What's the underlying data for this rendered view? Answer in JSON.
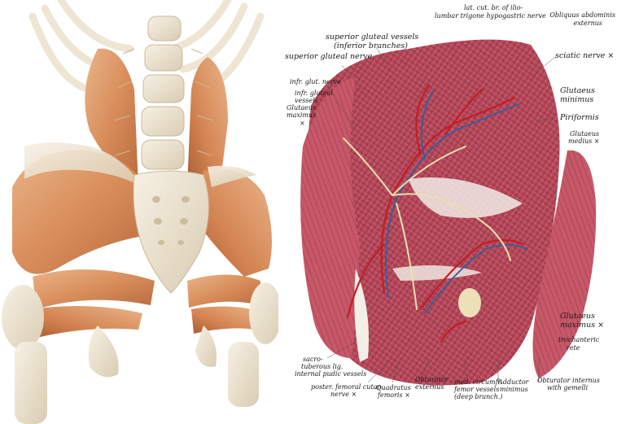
{
  "labels": {
    "lat_cut": "lat. cut. br. of ilio-",
    "lumbar_trigone": "lumbar trigone hypogastric nerve",
    "obliquus": "Obliquus abdominis",
    "externus_top": "externus",
    "sup_glut_vessels": "superior gluteal vessels",
    "inferior_branches": "(inferior branches)",
    "sup_glut_nerve": "superior gluteal nerve",
    "sciatic": "sciatic nerve ×",
    "infr_glut_nerve": "infr. glut. nerve",
    "infr_glut_vessels_1": "infr. gluteal",
    "infr_glut_vessels_2": "vessels",
    "glut_max_left_1": "Glutaeus",
    "glut_max_left_2": "maximus",
    "glut_max_left_3": "×",
    "glut_min_1": "Glutaeus",
    "glut_min_2": "minimus",
    "piriformis": "Piriformis",
    "glut_med_1": "Glutaeus",
    "glut_med_2": "medius ×",
    "glut_max_right_1": "Glutaeus",
    "glut_max_right_2": "maximus ×",
    "trochanteric_1": "trochanteric",
    "trochanteric_2": "rete",
    "sacrotub_1": "sacro-",
    "sacrotub_2": "tuberous lig.",
    "sacrotub_3": "internal pudic vessels",
    "post_fem_1": "poster. femoral cutan.",
    "post_fem_2": "nerve ×",
    "quadratus_1": "Quadratus",
    "quadratus_2": "femoris ×",
    "obturator_ext_1": "Obturator",
    "obturator_ext_2": "externus",
    "med_circ_1": "med. circumfl.",
    "med_circ_2": "femor vessels",
    "med_circ_3": "(deep branch.)",
    "adductor_1": "Adductor",
    "adductor_2": "minimus",
    "obturator_int_1": "Obturator internus",
    "obturator_int_2": "with gemelli"
  },
  "colors": {
    "muscle_left": "#d9915f",
    "bone": "#efe6d4",
    "muscle_right": "#b84a5c",
    "artery": "#c21d25",
    "vein": "#2f5f9e",
    "nerve": "#e8e0b0"
  }
}
